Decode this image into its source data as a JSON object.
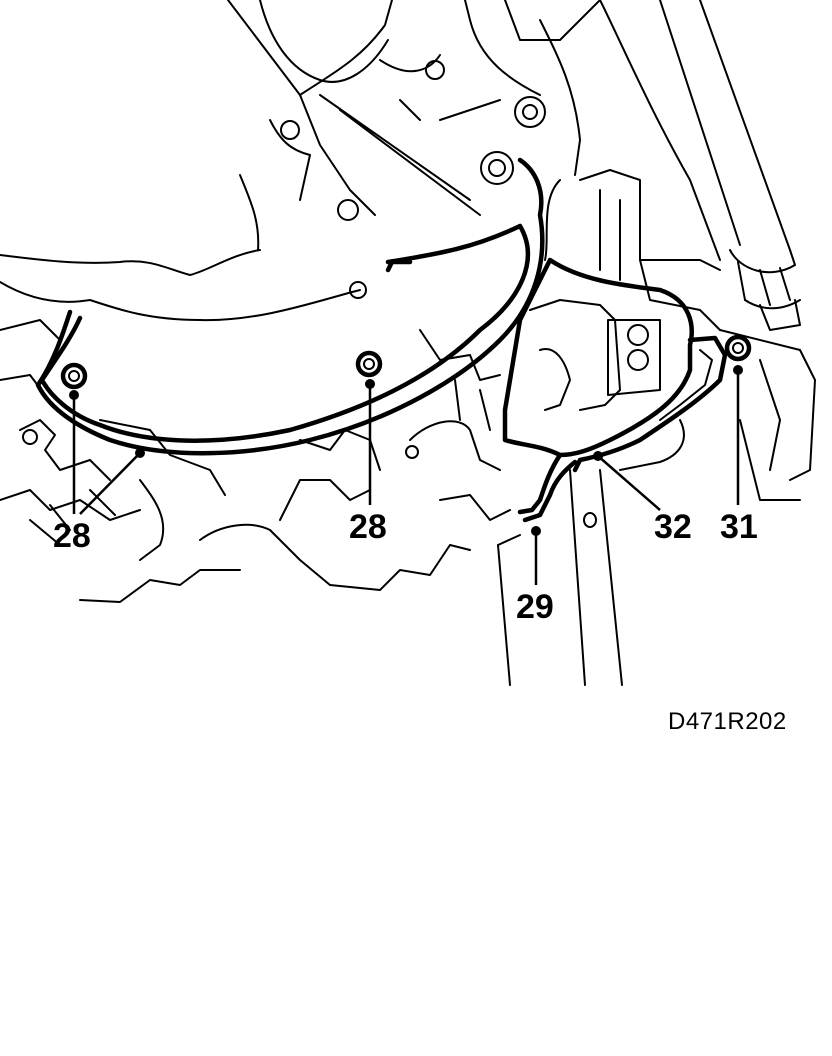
{
  "drawing_reference": "D471R202",
  "callouts": {
    "left_pair": "28",
    "center": "28",
    "gasket_lower": "29",
    "mount_bracket": "32",
    "bolt_right": "31"
  },
  "colors": {
    "line": "#000000",
    "background": "#ffffff"
  }
}
